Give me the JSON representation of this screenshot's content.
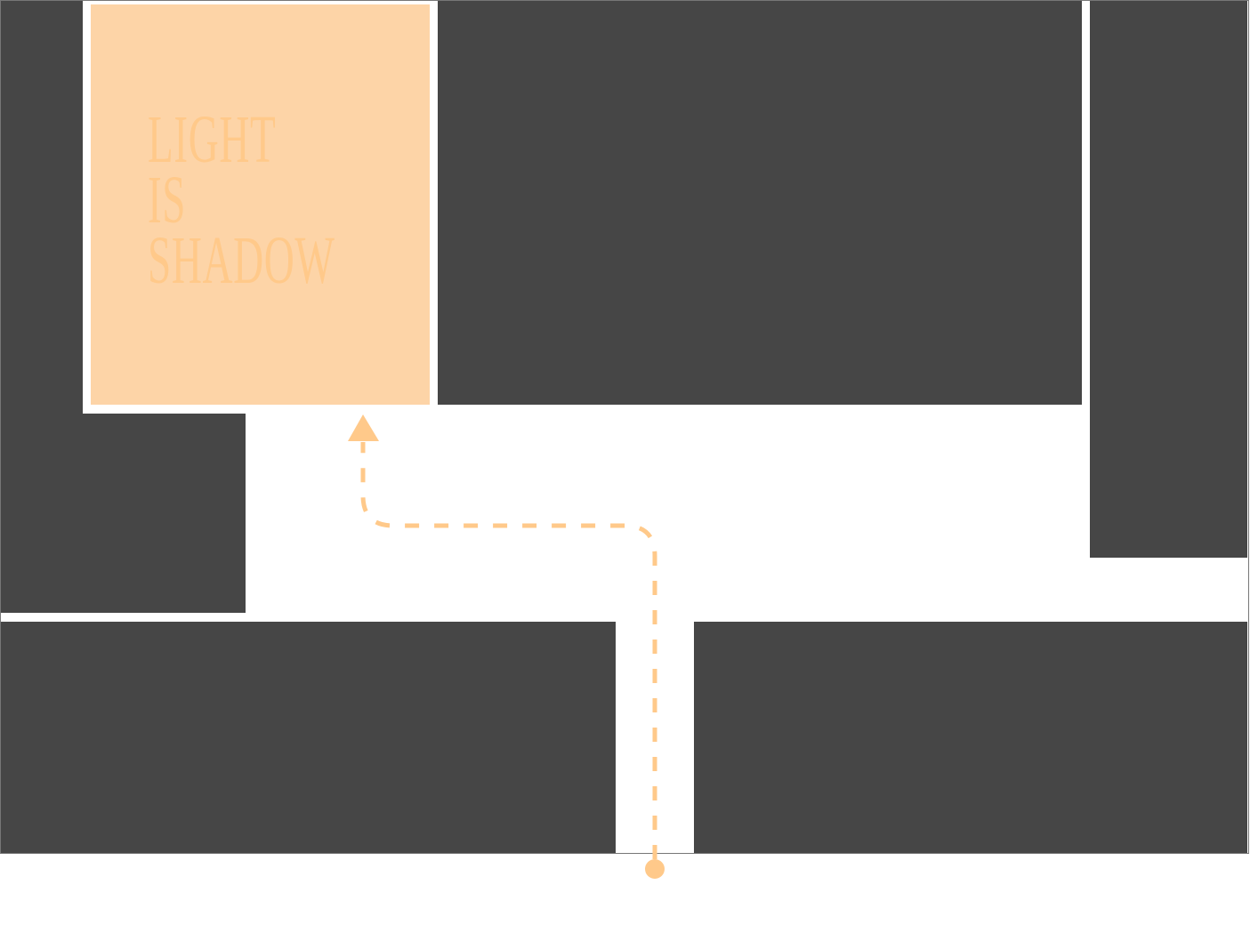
{
  "map": {
    "highlighted_room": {
      "title_lines": [
        "LIGHT",
        "IS",
        "SHADOW"
      ]
    },
    "colors": {
      "block": "#464646",
      "room_fill": "#fdd4a7",
      "room_text": "#ffc98a",
      "route": "#ffc98a"
    },
    "route": {
      "start_marker": "current-location-dot",
      "end_marker": "destination-arrow"
    }
  }
}
